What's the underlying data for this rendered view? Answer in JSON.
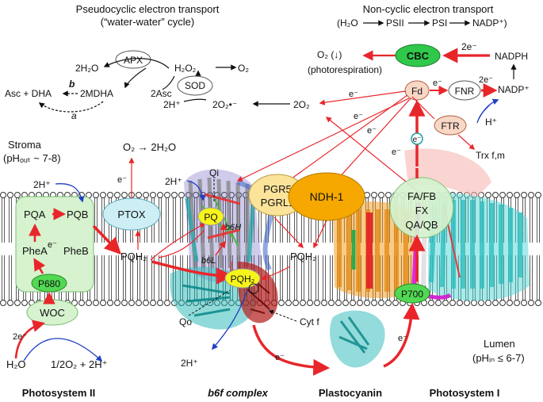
{
  "titles": {
    "pseudocyclic": "Pseudocyclic electron transport",
    "water_water": "(“water-water” cycle)",
    "noncyclic": "Non-cyclic electron transport",
    "noncyclic_chain": [
      "(H₂O",
      "PSII",
      "PSI",
      "NADP⁺)"
    ]
  },
  "water_water": {
    "apx": "APX",
    "sod": "SOD",
    "h2o_2": "2H₂O",
    "h2o2": "H₂O₂",
    "o2": "O₂",
    "asc_dha": "Asc + DHA",
    "b": "b",
    "a": "a",
    "mdha": "2MDHA",
    "asc2": "2Asc",
    "h_plus_2": "2H⁺",
    "superoxide": "2O₂•⁻",
    "o2_2": "2O₂"
  },
  "photorespiration": {
    "o2_down": "O₂ (↓)",
    "label": "(photorespiration)"
  },
  "cycle": {
    "cbc": "CBC",
    "nadph": "NADPH",
    "nadp": "NADP⁺",
    "fd": "Fd",
    "fnr": "FNR",
    "ftr": "FTR",
    "trx": "Trx f,m",
    "h_plus": "H⁺",
    "two_e": "2e⁻",
    "e": "e⁻"
  },
  "compartments": {
    "stroma": "Stroma",
    "ph_out": "(pHₒᵤₜ ~ 7-8)",
    "lumen": "Lumen",
    "ph_in": "(pHᵢₙ ≤ 6-7)"
  },
  "psii": {
    "h_in": "2H⁺",
    "pqa": "PQA",
    "pqb": "PQB",
    "phea": "PheA",
    "pheb": "PheB",
    "p680": "P680",
    "woc": "WOC",
    "h2o": "H₂O",
    "products": "1/2O₂ + 2H⁺",
    "two_e": "2e⁻",
    "e": "e⁻"
  },
  "ptox": {
    "label": "PTOX",
    "o2_to_h2o": "O₂ → 2H₂O",
    "e": "e⁻"
  },
  "b6f": {
    "h_in": "2H⁺",
    "qi": "Qi",
    "pq": "PQ",
    "b6h": "b6H",
    "b6l": "b6L",
    "pqh2_left": "PQH₂",
    "pqh2_center": "PQH₂",
    "pqh2_right": "PQH₂",
    "qo": "Qo",
    "cytf": "Cyt f",
    "h_out": "2H⁺",
    "e": "e⁻"
  },
  "pgr": {
    "line1": "PGR5",
    "line2": "PGRL1"
  },
  "ndh": {
    "label": "NDH-1"
  },
  "psi": {
    "fafb": "FA/FB",
    "fx": "FX",
    "qaqb": "QA/QB",
    "p700": "P700",
    "e": "e⁻"
  },
  "bottom_labels": {
    "psii": "Photosystem II",
    "b6f": "b6f complex",
    "pc": "Plastocyanin",
    "psi": "Photosystem I"
  },
  "colors": {
    "red": "#e8262a",
    "blue": "#1f3fc4",
    "cbc_green": "#2fc84a",
    "light_green": "#d6f2cf",
    "p_green": "#52d852",
    "pgr_fill": "#fbe39a",
    "ndh_fill": "#f6a800",
    "pq_yellow": "#f7f41a",
    "fd_fill": "#f9d7c6",
    "ptox_fill": "#cdeef4"
  }
}
